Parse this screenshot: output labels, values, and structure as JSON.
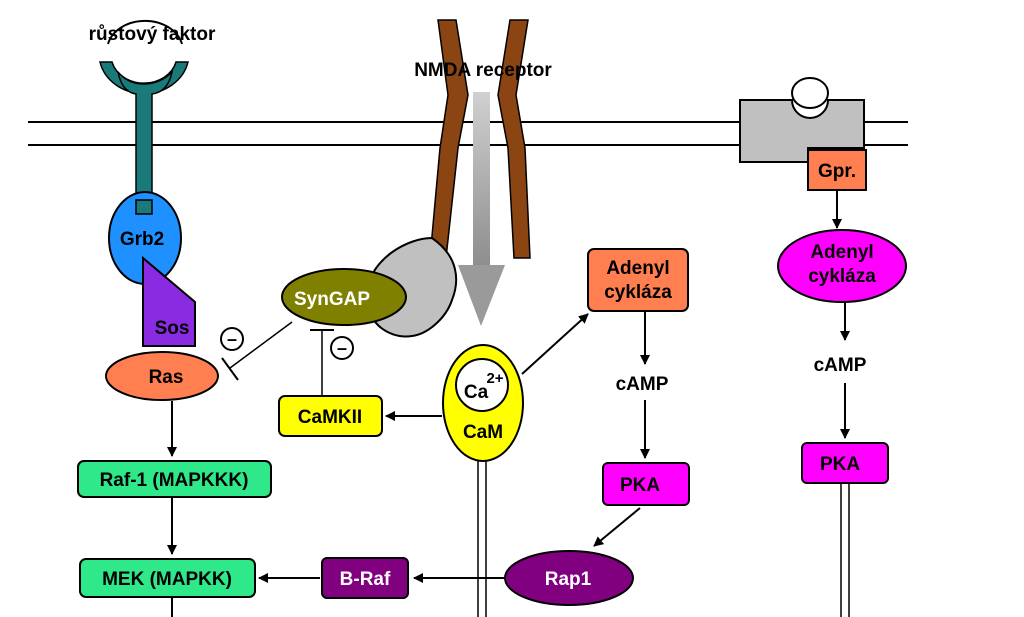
{
  "labels": {
    "growth_factor": "růstový faktor",
    "nmda_receptor": "NMDA receptor",
    "grb2": "Grb2",
    "sos": "Sos",
    "ras": "Ras",
    "syngap": "SynGAP",
    "camkii": "CaMKII",
    "ca": "Ca",
    "ca_charge": "2+",
    "cam": "CaM",
    "adenyl_1_line1": "Adenyl",
    "adenyl_1_line2": "cykláza",
    "camp_1": "cAMP",
    "pka_1": "PKA",
    "rap1": "Rap1",
    "braf": "B-Raf",
    "mek": "MEK (MAPKK)",
    "raf1": "Raf-1 (MAPKKK)",
    "gpr": "Gpr.",
    "adenyl_2_line1": "Adenyl",
    "adenyl_2_line2": "cykláza",
    "camp_2": "cAMP",
    "pka_2": "PKA",
    "inhibit_symbol": "–"
  },
  "colors": {
    "teal_receptor": "#1a7a7a",
    "grb2_blue": "#1e90ff",
    "sos_purple": "#8a2be2",
    "ras_orange": "#ff7f50",
    "syngap_olive": "#808000",
    "nmda_brown": "#8b4513",
    "gray": "#c0c0c0",
    "yellow": "#ffff00",
    "adenyl_orange": "#ff7f50",
    "magenta": "#ff00ff",
    "rap1_purple": "#800080",
    "braf_purple": "#800080",
    "green": "#2ee88a"
  }
}
